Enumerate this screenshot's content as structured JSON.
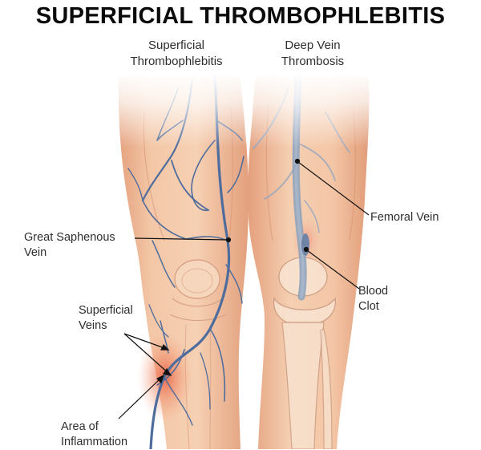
{
  "title": "SUPERFICIAL THROMBOPHLEBITIS",
  "headings": {
    "left": [
      "Superficial",
      "Thrombophlebitis"
    ],
    "right": [
      "Deep Vein",
      "Thrombosis"
    ]
  },
  "labels": {
    "great_saphenous": [
      "Great Saphenous",
      "Vein"
    ],
    "superficial_veins": [
      "Superficial",
      "Veins"
    ],
    "inflammation": [
      "Area of",
      "Inflammation"
    ],
    "femoral": [
      "Femoral Vein"
    ],
    "clot": [
      "Blood",
      "Clot"
    ]
  },
  "colors": {
    "skin": "#f2c4a4",
    "skin_shadow": "#e3a382",
    "vein": "#4f6d9c",
    "deep_vein": "#8fa3bd",
    "inflammation": "#e8553a",
    "leader": "#111111"
  }
}
